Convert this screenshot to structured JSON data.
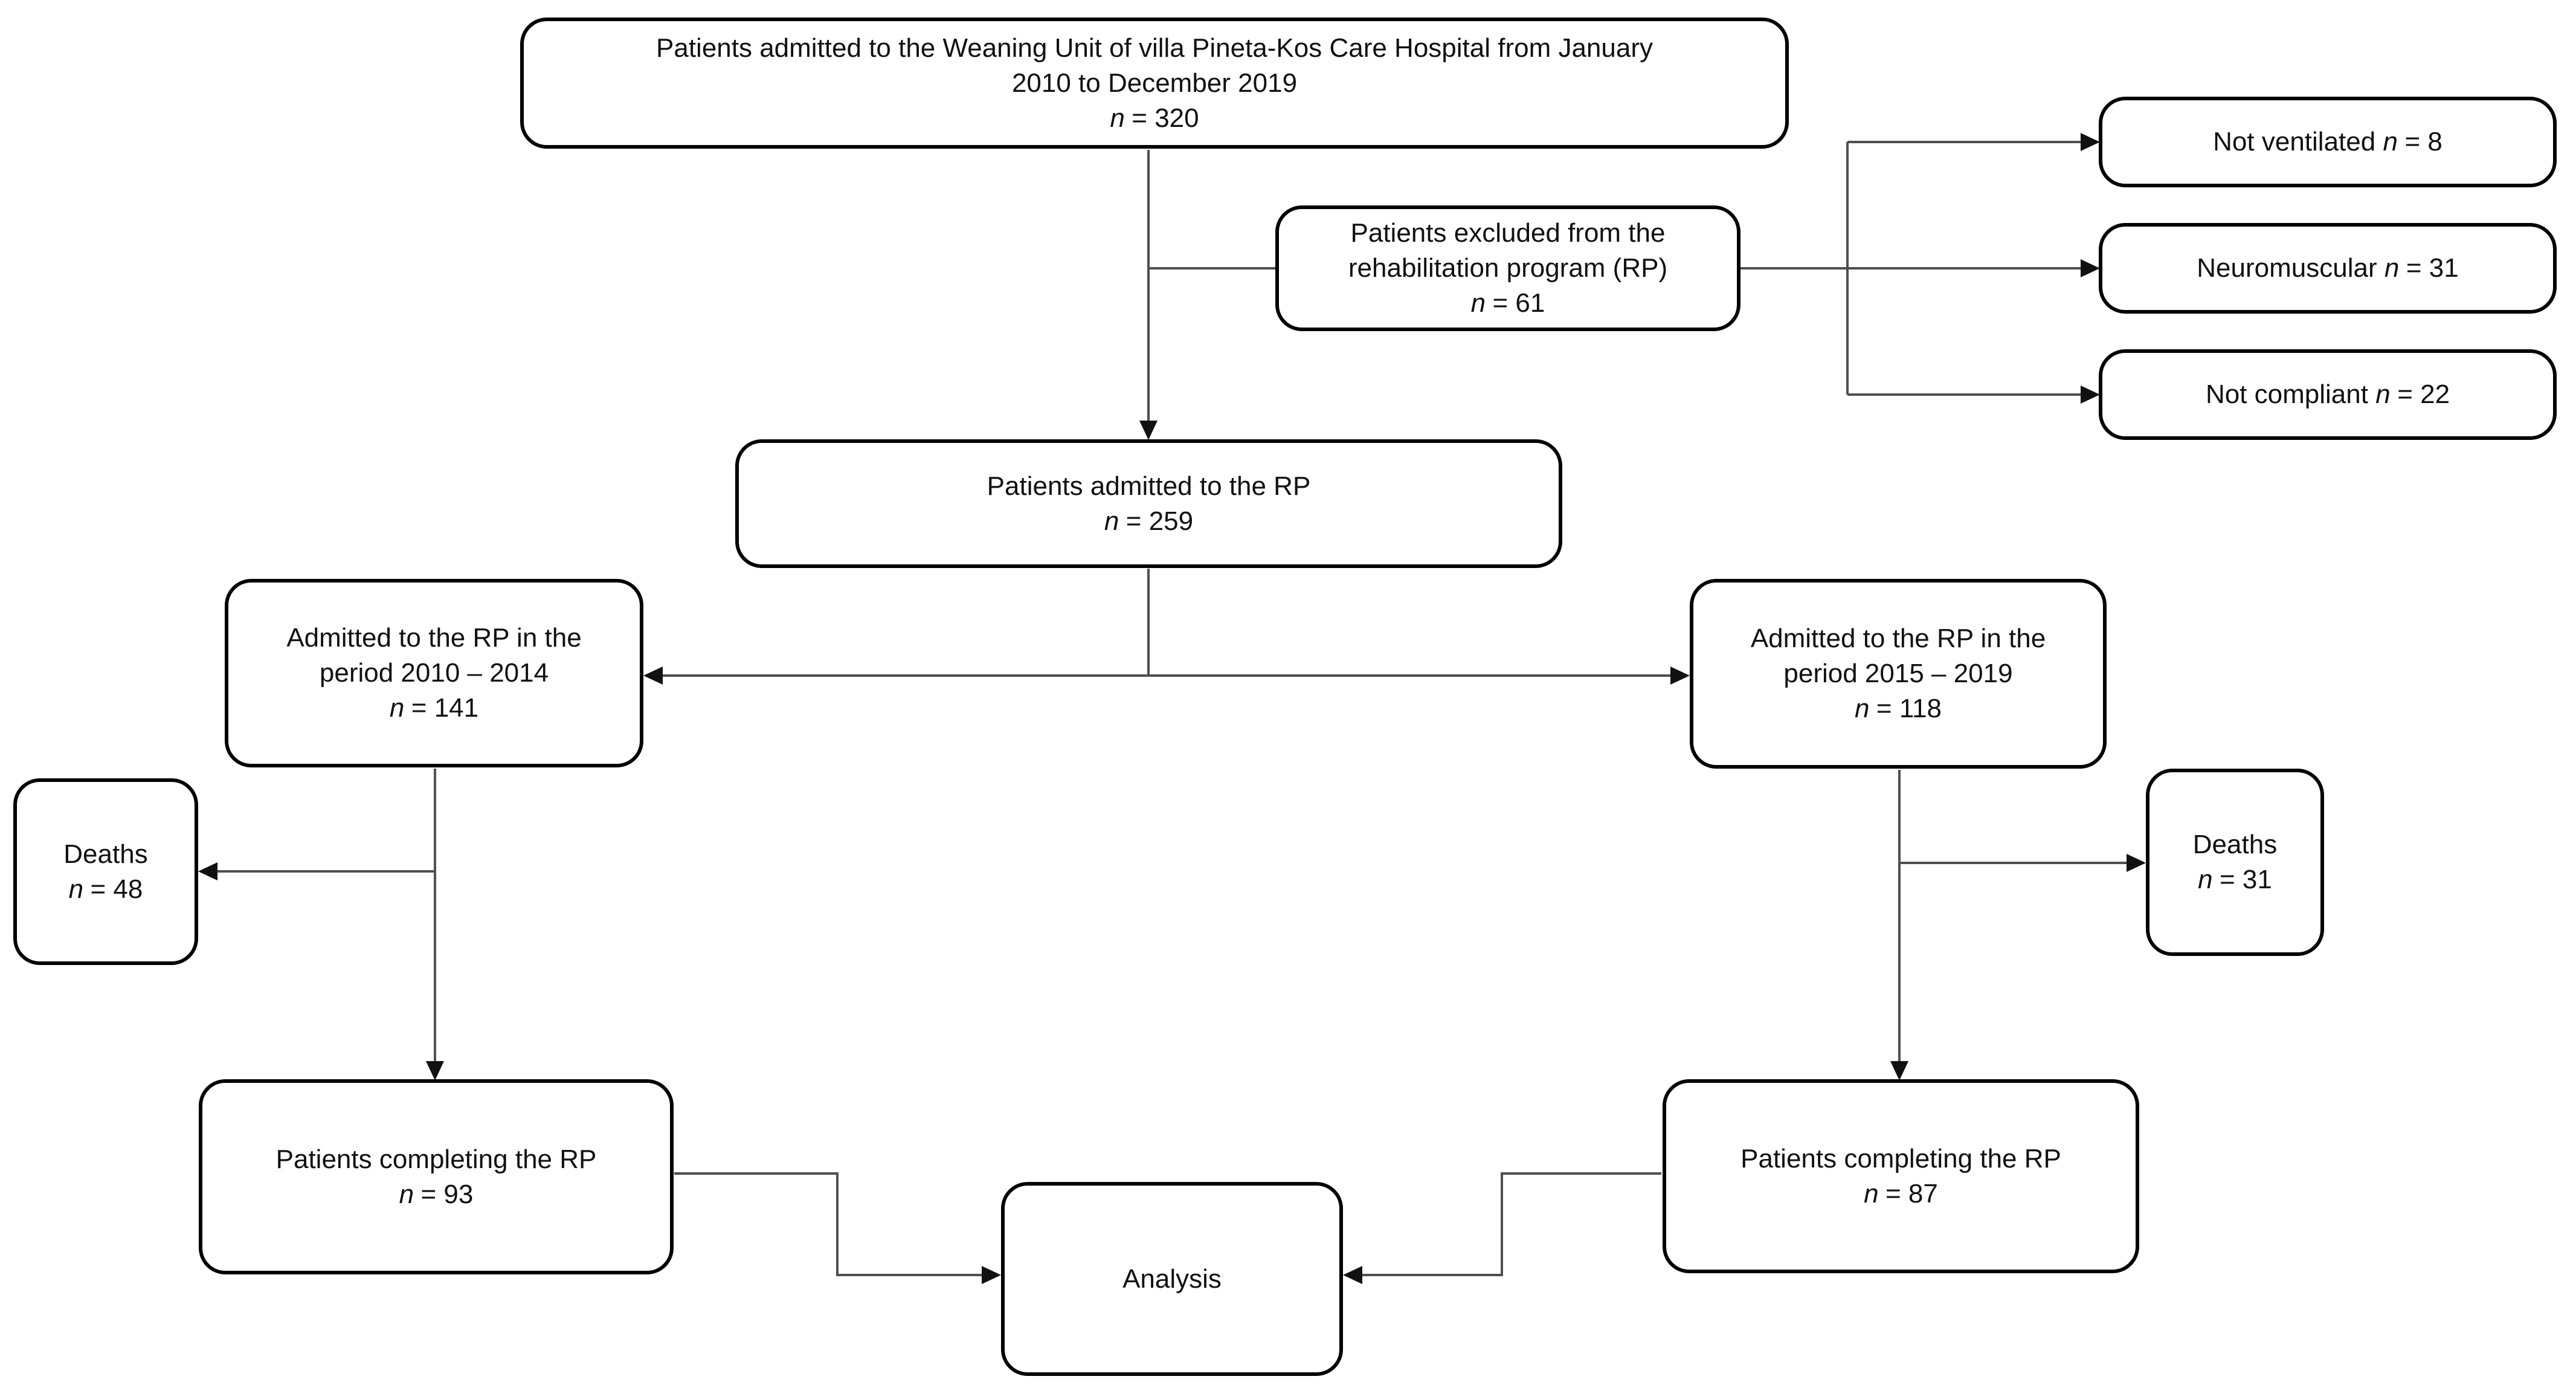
{
  "figure": {
    "kind": "patient-flow-diagram",
    "background": "#ffffff"
  },
  "colors": {
    "box_border": "#000000",
    "box_fill": "#ffffff",
    "text": "#111111",
    "connector": "#4f4f4f",
    "arrowhead": "#111111"
  },
  "boxes": {
    "admitted_weaning_unit": {
      "lines": [
        "Patients admitted to the Weaning Unit of villa Pineta-Kos Care Hospital from January",
        "2010 to December 2019"
      ],
      "n_var": "n",
      "n_value": "= 320"
    },
    "excluded": {
      "lines": [
        "Patients excluded from the",
        "rehabilitation program (RP)"
      ],
      "n_var": "n",
      "n_value": "= 61"
    },
    "not_ventilated": {
      "text": "Not ventilated",
      "n_var": "n",
      "n_value": "= 8"
    },
    "neuromuscular": {
      "text": "Neuromuscular",
      "n_var": "n",
      "n_value": "= 31"
    },
    "not_compliant": {
      "text": "Not compliant",
      "n_var": "n",
      "n_value": "= 22"
    },
    "admitted_rp": {
      "lines": [
        "Patients admitted to the RP"
      ],
      "n_var": "n",
      "n_value": "= 259"
    },
    "period_2010_2014": {
      "lines": [
        "Admitted to the RP in the",
        "period 2010 – 2014"
      ],
      "n_var": "n",
      "n_value": "= 141"
    },
    "period_2015_2019": {
      "lines": [
        "Admitted to the RP in the",
        "period 2015 – 2019"
      ],
      "n_var": "n",
      "n_value": "= 118"
    },
    "deaths_2010_2014": {
      "lines": [
        "Deaths"
      ],
      "n_var": "n",
      "n_value": "= 48"
    },
    "deaths_2015_2019": {
      "lines": [
        "Deaths"
      ],
      "n_var": "n",
      "n_value": "= 31"
    },
    "completing_2010_2014": {
      "lines": [
        "Patients completing the RP"
      ],
      "n_var": "n",
      "n_value": "= 93"
    },
    "completing_2015_2019": {
      "lines": [
        "Patients completing the RP"
      ],
      "n_var": "n",
      "n_value": "= 87"
    },
    "analysis": {
      "lines": [
        "Analysis"
      ]
    }
  }
}
